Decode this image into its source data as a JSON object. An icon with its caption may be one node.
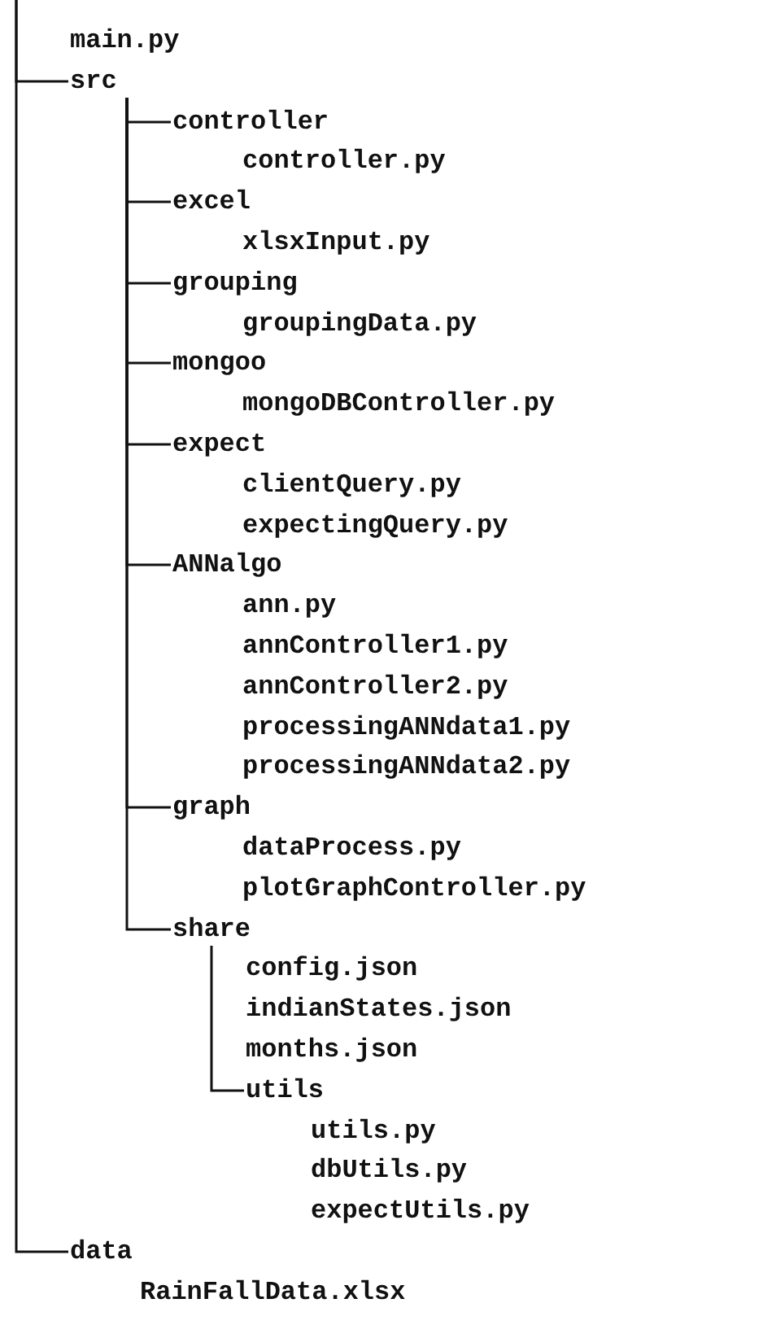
{
  "diagram": {
    "nodes": [
      {
        "text": [
          "main.py"
        ]
      },
      {
        "text": [
          "src"
        ]
      },
      {
        "text": [
          "controller"
        ]
      },
      {
        "text": [
          "controller.py"
        ]
      },
      {
        "text": [
          "excel"
        ]
      },
      {
        "text": [
          "xlsxInput.py"
        ]
      },
      {
        "text": [
          "grouping"
        ]
      },
      {
        "text": [
          "groupingData.py"
        ]
      },
      {
        "text": [
          "mongoo"
        ]
      },
      {
        "text": [
          "mongoDBController.py"
        ]
      },
      {
        "text": [
          "expect"
        ]
      },
      {
        "text": [
          "clientQuery.py"
        ]
      },
      {
        "text": [
          "expectingQuery.py"
        ]
      },
      {
        "text": [
          "ANNalgo"
        ]
      },
      {
        "text": [
          "ann.py"
        ]
      },
      {
        "text": [
          "annController1.py"
        ]
      },
      {
        "text": [
          "annController2.py"
        ]
      },
      {
        "text": [
          "processingANNdata1.py"
        ]
      },
      {
        "text": [
          "processingANNdata2.py"
        ]
      },
      {
        "text": [
          "graph"
        ]
      },
      {
        "text": [
          "dataProcess.py"
        ]
      },
      {
        "text": [
          "plotGraphController.py"
        ]
      },
      {
        "text": [
          "share"
        ]
      },
      {
        "text": [
          "config.json"
        ]
      },
      {
        "text": [
          "indianStates.json"
        ]
      },
      {
        "text": [
          "months.json"
        ]
      },
      {
        "text": [
          "utils"
        ]
      },
      {
        "text": [
          "utils.py"
        ]
      },
      {
        "text": [
          "dbUtils.py"
        ]
      },
      {
        "text": [
          "expectUtils.py"
        ]
      },
      {
        "text": [
          "data"
        ]
      },
      {
        "text": [
          "RainFallData.xlsx"
        ]
      }
    ],
    "edges": [
      {
        "from": null,
        "to": 1,
        "arrow": "none"
      },
      {
        "from": null,
        "to": 30,
        "arrow": "none"
      },
      {
        "from": 1,
        "to": 2,
        "arrow": "none"
      },
      {
        "from": 1,
        "to": 4,
        "arrow": "none"
      },
      {
        "from": 1,
        "to": 6,
        "arrow": "none"
      },
      {
        "from": 1,
        "to": 8,
        "arrow": "none"
      },
      {
        "from": 1,
        "to": 10,
        "arrow": "none"
      },
      {
        "from": 1,
        "to": 13,
        "arrow": "none"
      },
      {
        "from": 1,
        "to": 19,
        "arrow": "none"
      },
      {
        "from": 1,
        "to": 22,
        "arrow": "none"
      },
      {
        "from": 22,
        "to": 26,
        "arrow": "none"
      }
    ]
  }
}
